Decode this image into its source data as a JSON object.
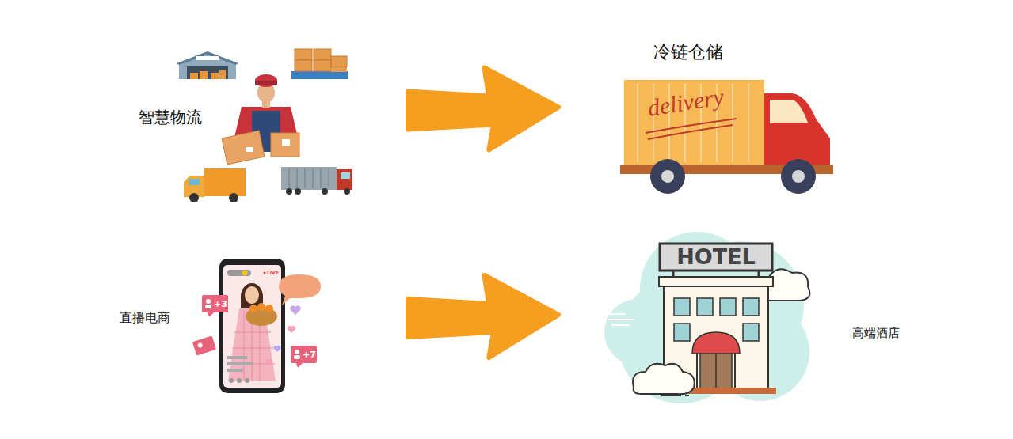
{
  "diagram": {
    "nodes": [
      {
        "text": [
          "智慧物流"
        ]
      },
      {
        "text": [
          "冷链仓储"
        ]
      },
      {
        "text": [
          "直播电商"
        ]
      },
      {
        "text": [
          "高端酒店"
        ]
      }
    ],
    "edges": [
      {
        "from": 0,
        "to": 1,
        "arrow": "to"
      },
      {
        "from": 2,
        "to": 3,
        "arrow": "to"
      }
    ],
    "labels": [
      "delivery",
      "HOTEL",
      "LIVE",
      "+3",
      "+7"
    ]
  }
}
